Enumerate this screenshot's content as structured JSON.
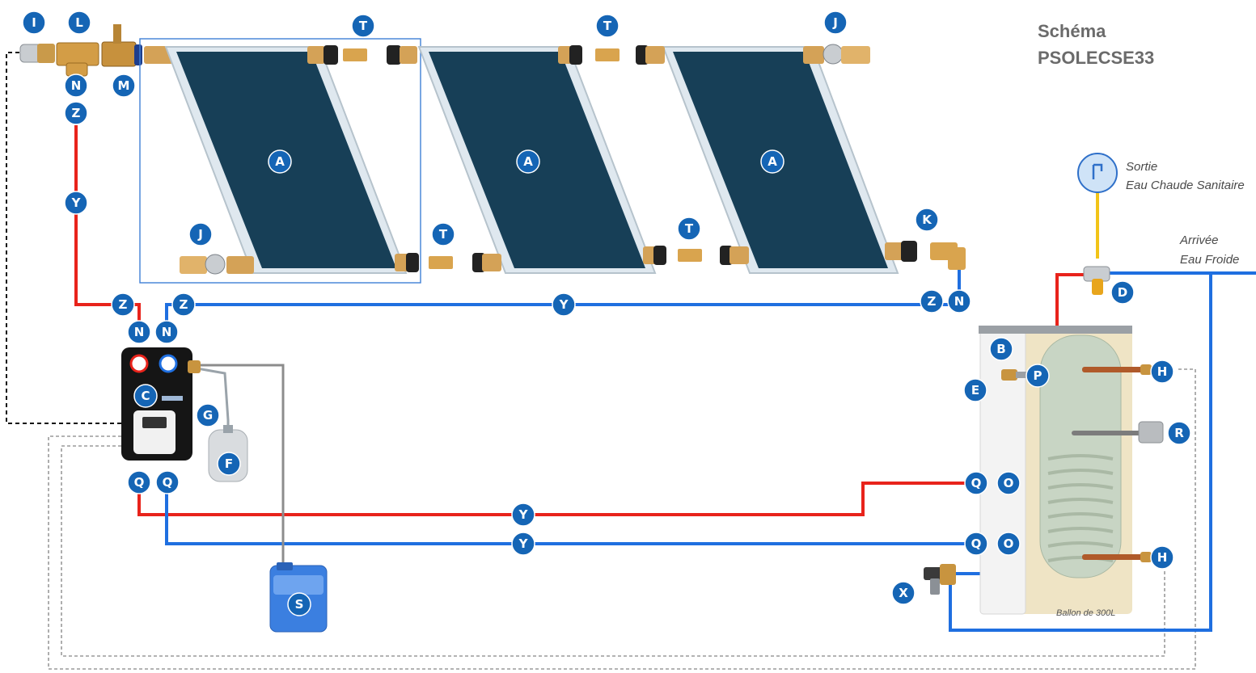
{
  "title": {
    "line1": "Schéma",
    "line2": "PSOLECSE33"
  },
  "notes": {
    "outlet_line1": "Sortie",
    "outlet_line2": "Eau Chaude Sanitaire",
    "inlet_line1": "Arrivée",
    "inlet_line2": "Eau Froide",
    "tank_label": "Ballon de 300L"
  },
  "badge_labels": {
    "I": "I",
    "L": "L",
    "M": "M",
    "N": "N",
    "Z": "Z",
    "Y": "Y",
    "T": "T",
    "J": "J",
    "A": "A",
    "K": "K",
    "C": "C",
    "G": "G",
    "F": "F",
    "Q": "Q",
    "S": "S",
    "B": "B",
    "E": "E",
    "P": "P",
    "H": "H",
    "R": "R",
    "O": "O",
    "X": "X",
    "D": "D"
  },
  "colors": {
    "hot_pipe": "#e8231b",
    "cold_pipe": "#1f6fe0",
    "badge": "#1565b5",
    "panel": "#173f57",
    "sanitary_pipe": "#f2c418",
    "dashed_cable": "#111111",
    "dashed_sensor": "#9a9a9a"
  }
}
